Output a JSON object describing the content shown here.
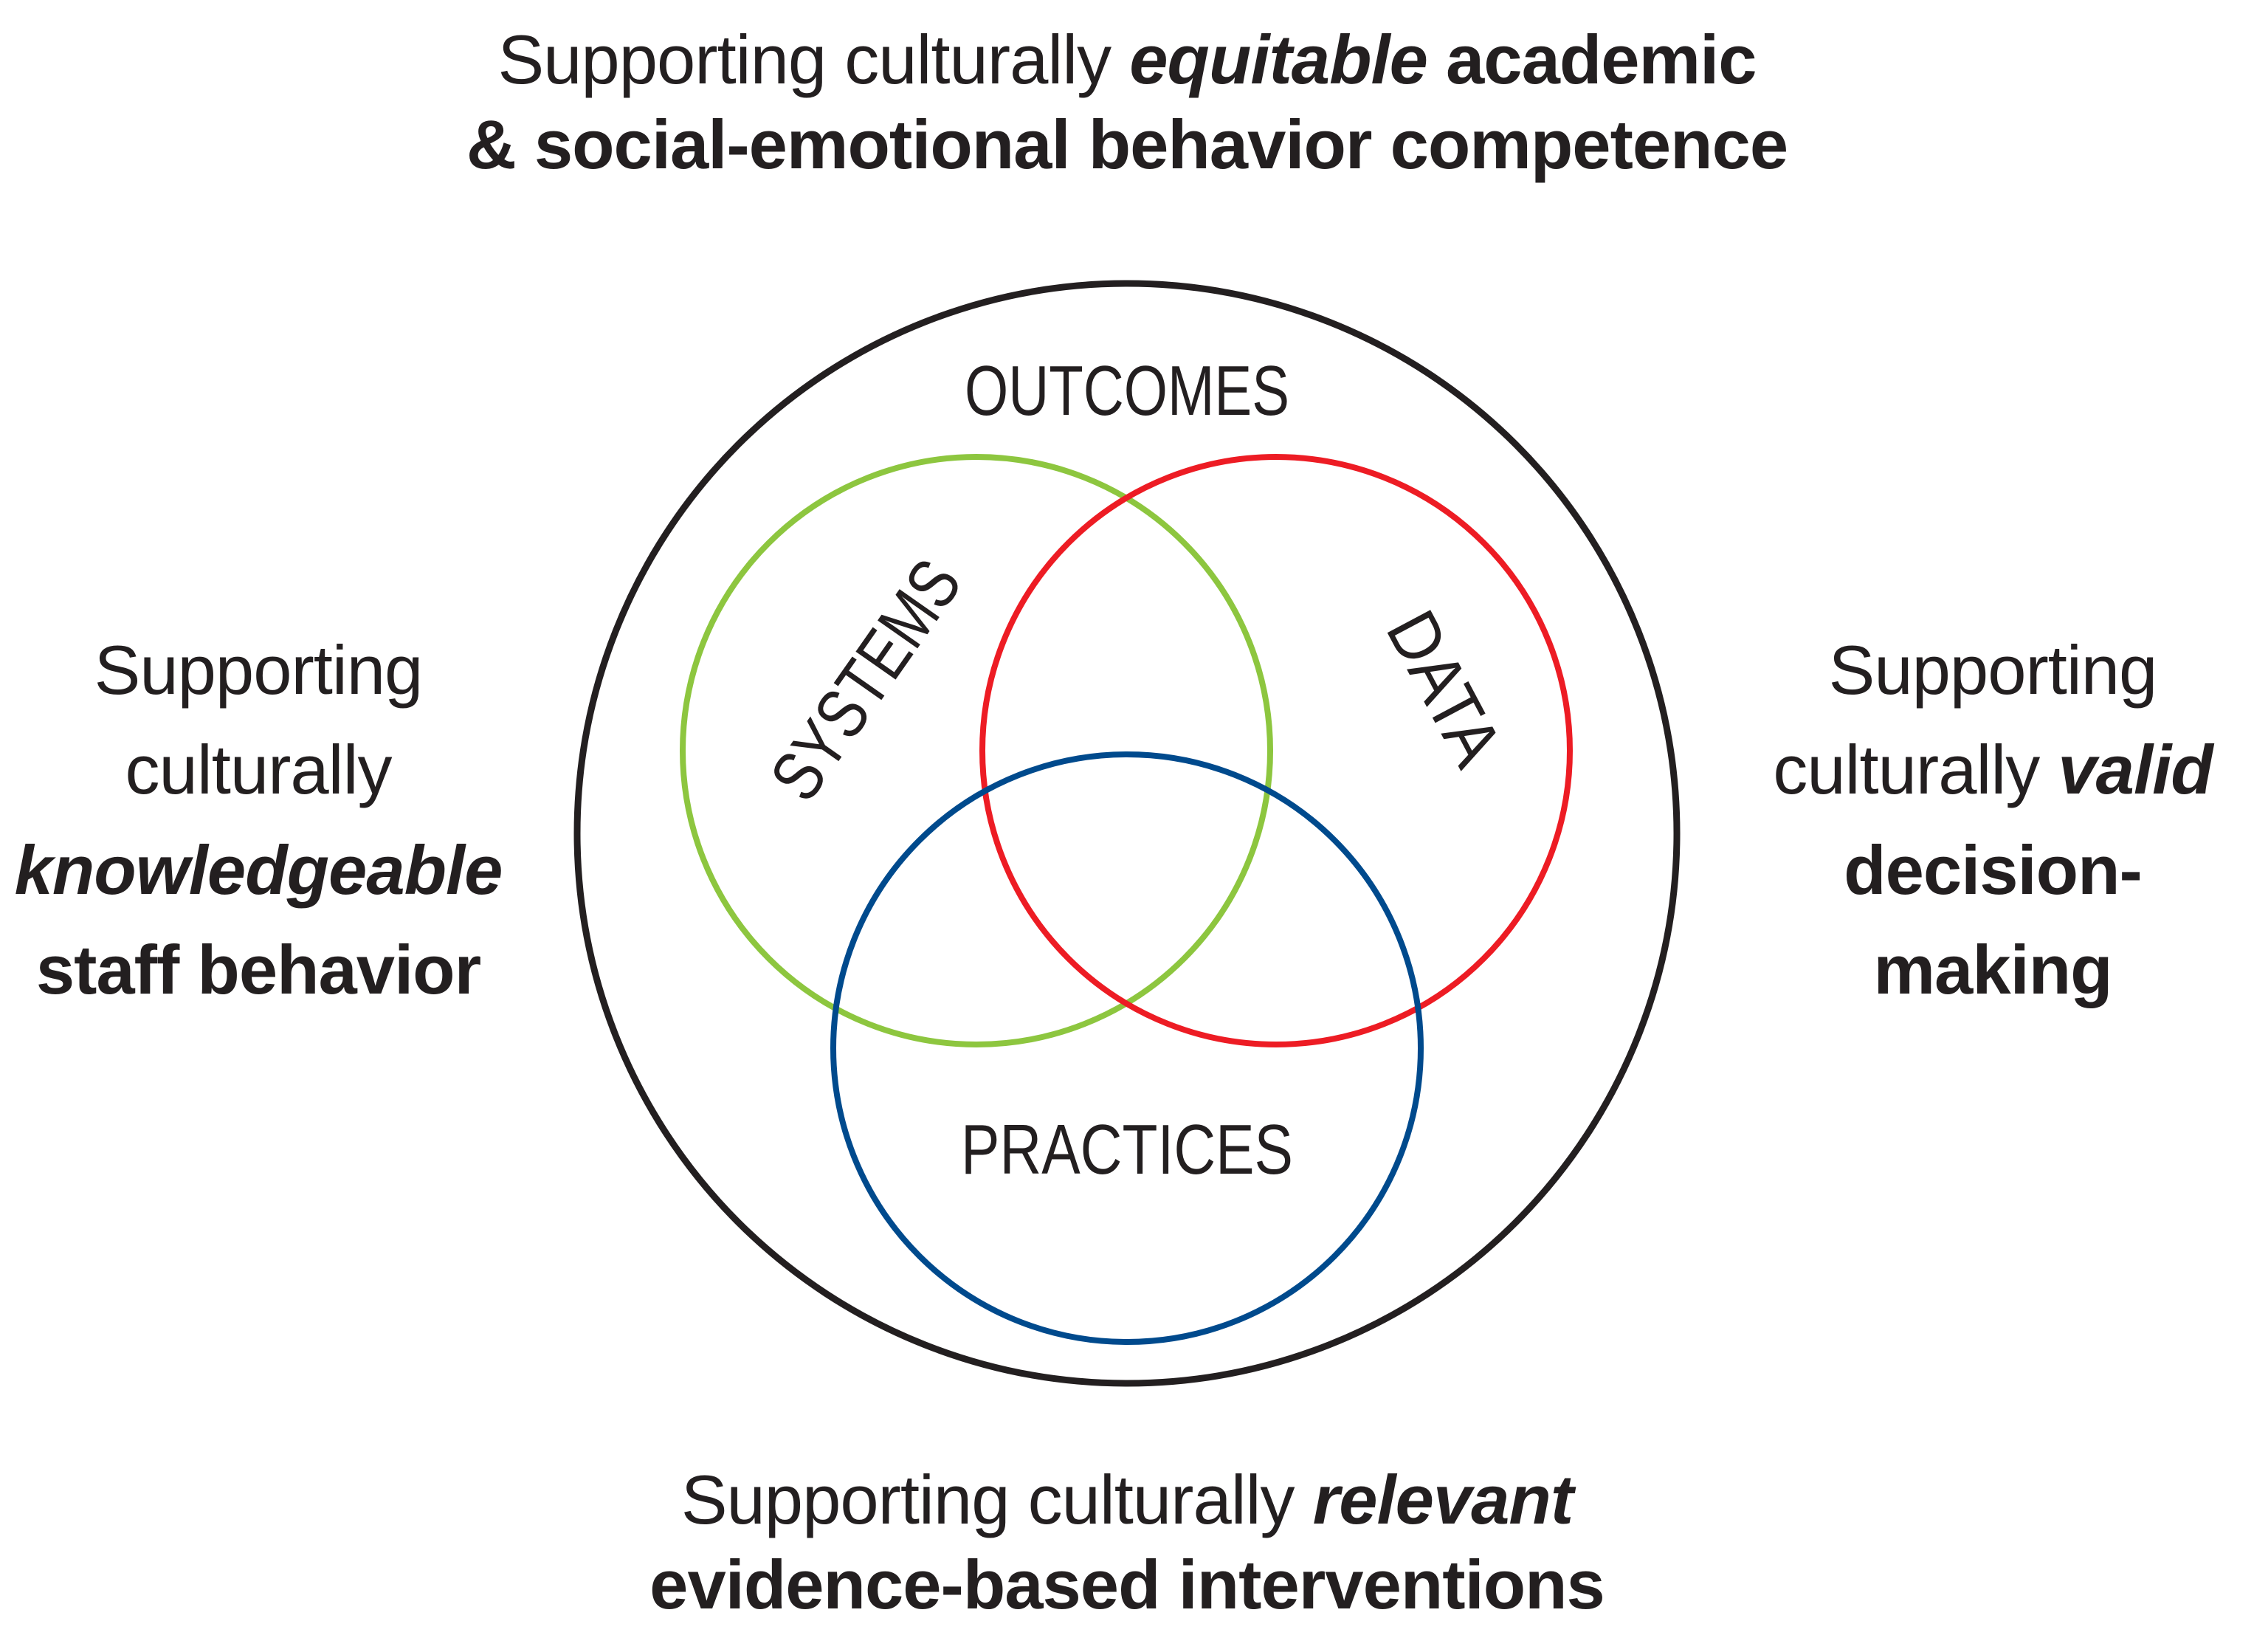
{
  "colors": {
    "outer_ring": "#231f20",
    "systems": "#8dc63f",
    "data": "#ed1c24",
    "practices": "#004a8d",
    "text": "#231f20"
  },
  "diagram": {
    "outer_label": "OUTCOMES",
    "systems_label": "SYSTEMS",
    "data_label": "DATA",
    "practices_label": "PRACTICES"
  },
  "captions": {
    "top": {
      "line1_prefix": "Supporting culturally ",
      "line1_emphasis": "equitable",
      "line1_suffix": " academic",
      "line2": "& social-emotional behavior competence"
    },
    "left": {
      "line1": "Supporting",
      "line2": "culturally",
      "line3_emphasis": "knowledgeable",
      "line4": "staff behavior"
    },
    "right": {
      "line1": "Supporting",
      "line2_prefix": "culturally ",
      "line2_emphasis": "valid",
      "line3": "decision-",
      "line4": "making"
    },
    "bottom": {
      "line1_prefix": "Supporting culturally ",
      "line1_emphasis": "relevant",
      "line2": "evidence-based interventions"
    }
  }
}
